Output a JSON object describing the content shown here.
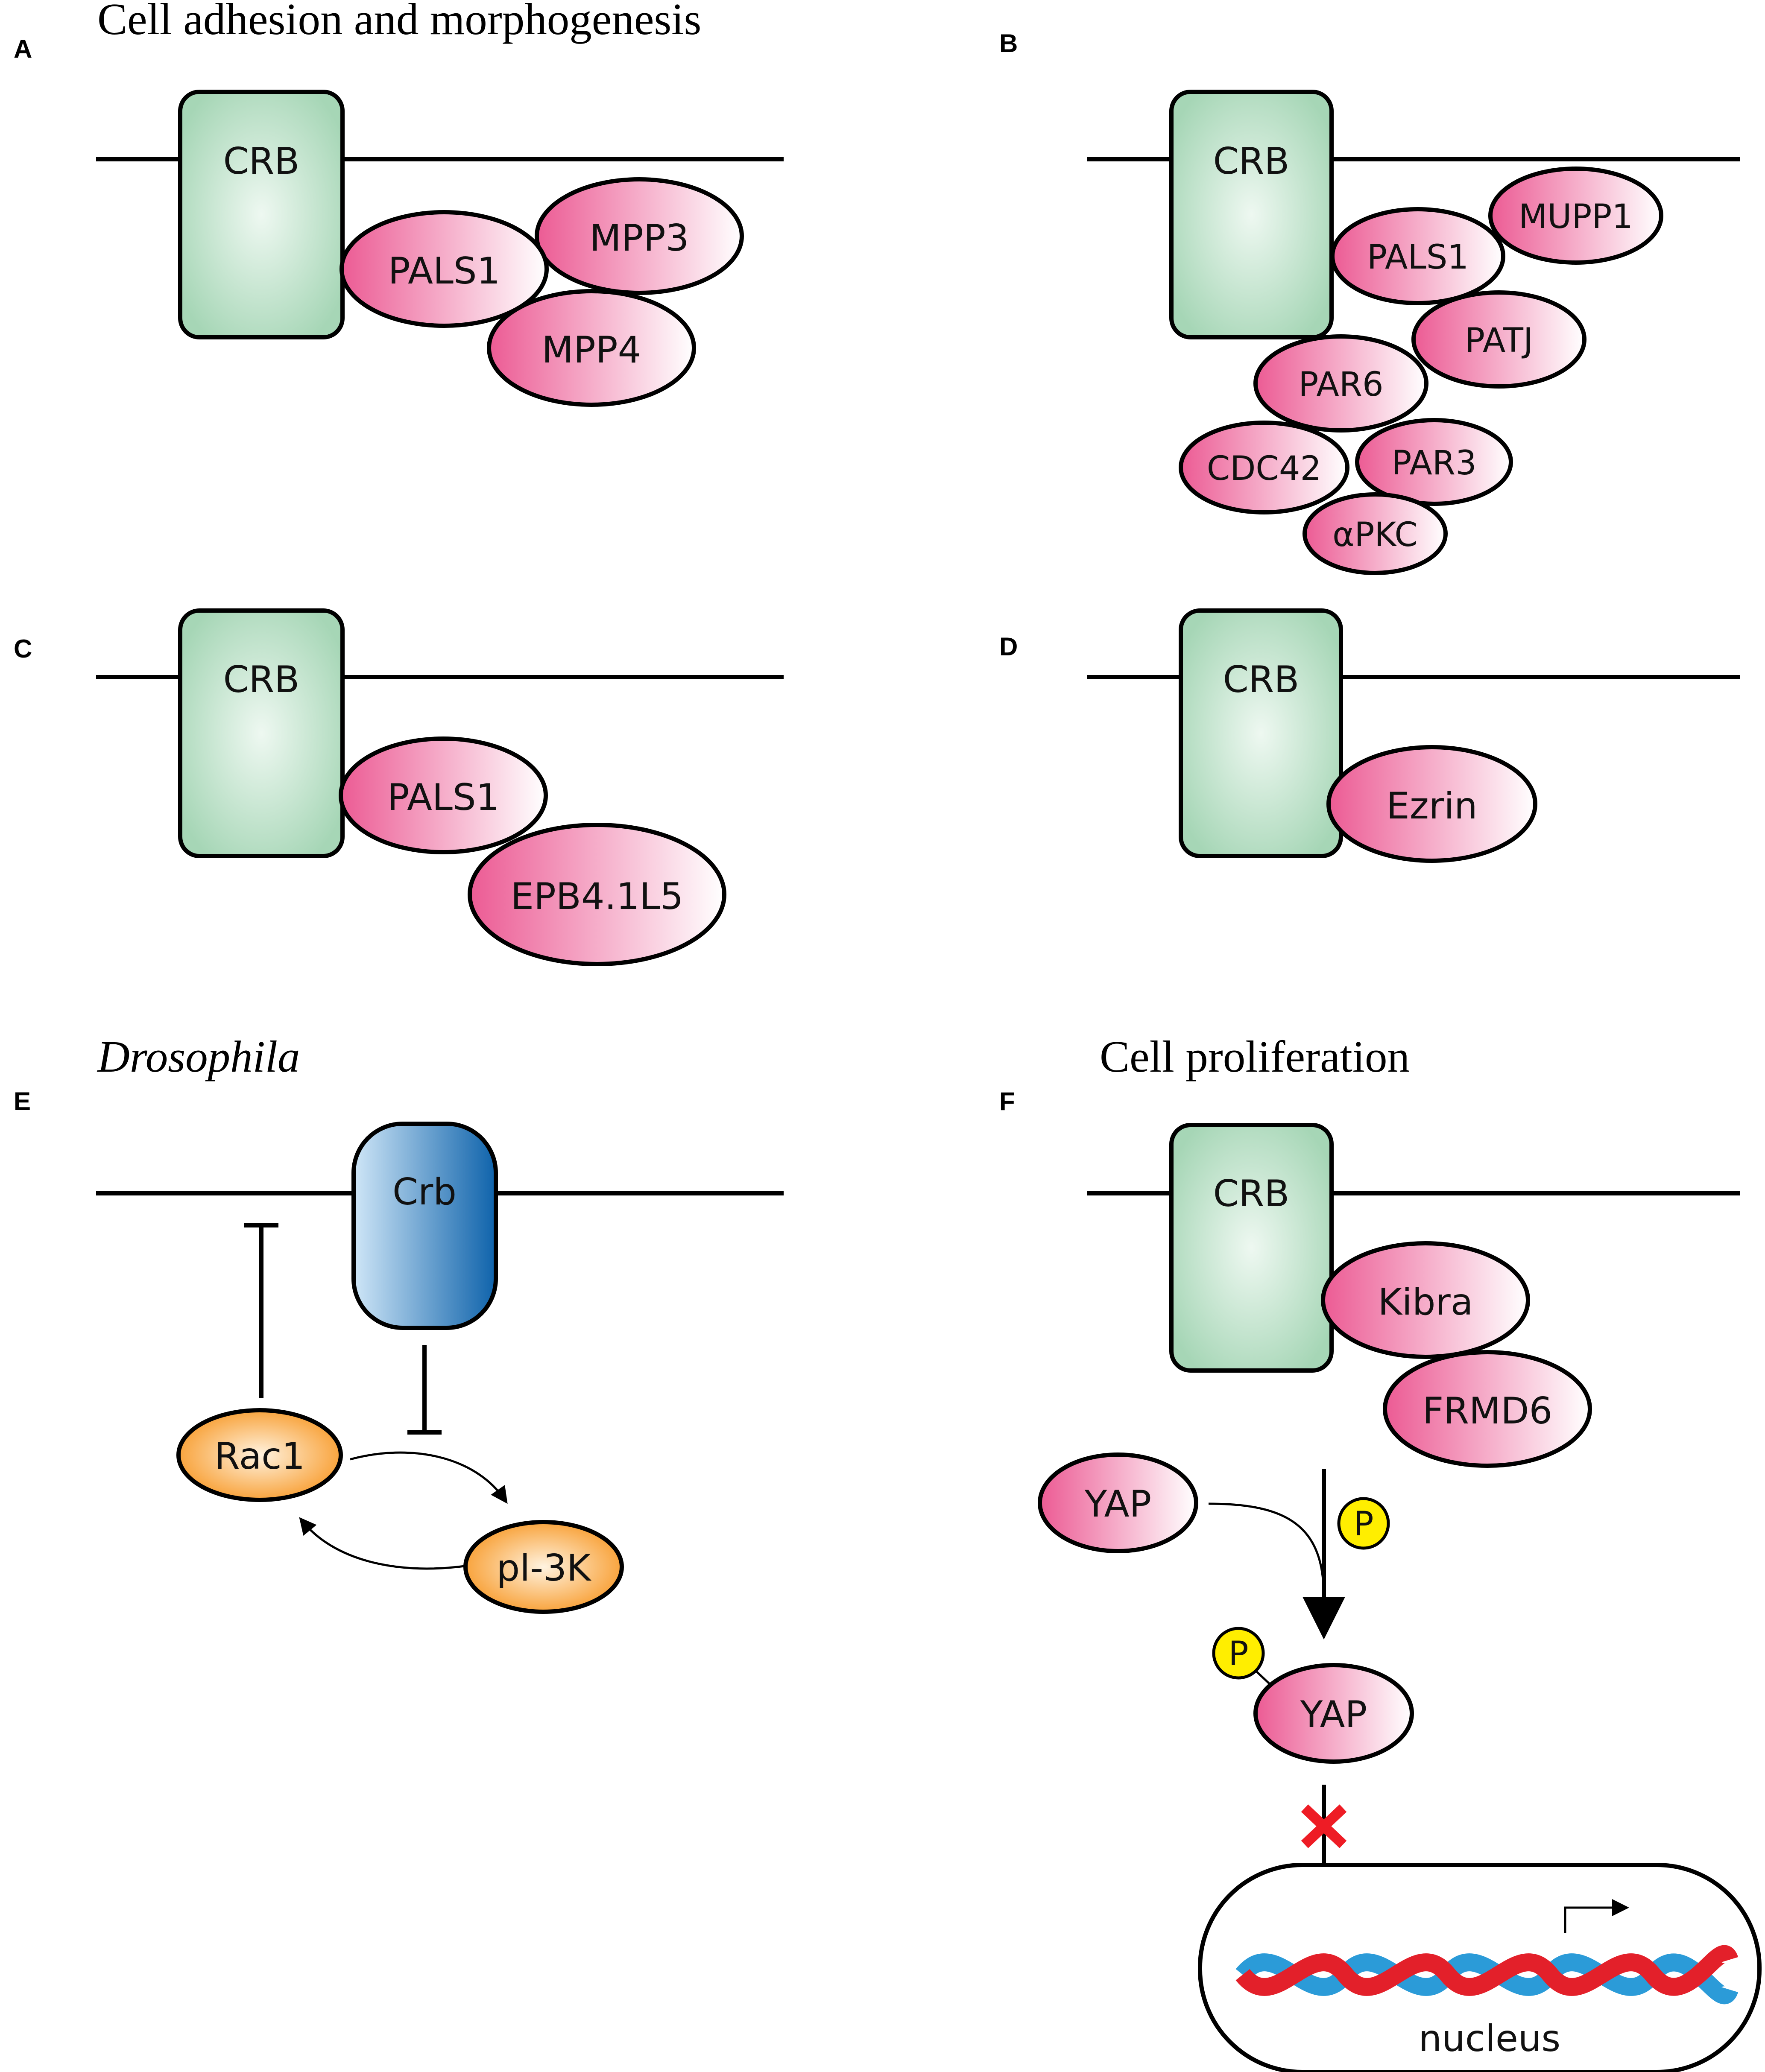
{
  "headings": {
    "top": "Cell adhesion and morphogenesis",
    "drosophila": "Drosophila",
    "proliferation": "Cell proliferation"
  },
  "panels": {
    "A": {
      "letter": "A",
      "receptor": "CRB",
      "proteins": [
        "PALS1",
        "MPP3",
        "MPP4"
      ]
    },
    "B": {
      "letter": "B",
      "receptor": "CRB",
      "proteins": [
        "MUPP1",
        "PALS1",
        "PATJ",
        "PAR6",
        "CDC42",
        "PAR3",
        "αPKC"
      ]
    },
    "C": {
      "letter": "C",
      "receptor": "CRB",
      "proteins": [
        "PALS1",
        "EPB4.1L5"
      ]
    },
    "D": {
      "letter": "D",
      "receptor": "CRB",
      "proteins": [
        "Ezrin"
      ]
    },
    "E": {
      "letter": "E",
      "receptor": "Crb",
      "proteins": [
        "Rac1",
        "pl-3K"
      ]
    },
    "F": {
      "letter": "F",
      "receptor": "CRB",
      "proteins": [
        "Kibra",
        "FRMD6",
        "YAP",
        "YAP"
      ],
      "phospho": "P",
      "compartment": "nucleus"
    }
  },
  "colors": {
    "crb_green": "#a8d8b8",
    "pink_protein": "#ee6a9e",
    "orange_protein": "#f7941d",
    "crb_blue": "#1a6fb5",
    "phospho_yellow": "#ffee00",
    "block_red": "#ee1c25",
    "dna_red": "#e3202a",
    "dna_blue": "#2b9bd8"
  }
}
